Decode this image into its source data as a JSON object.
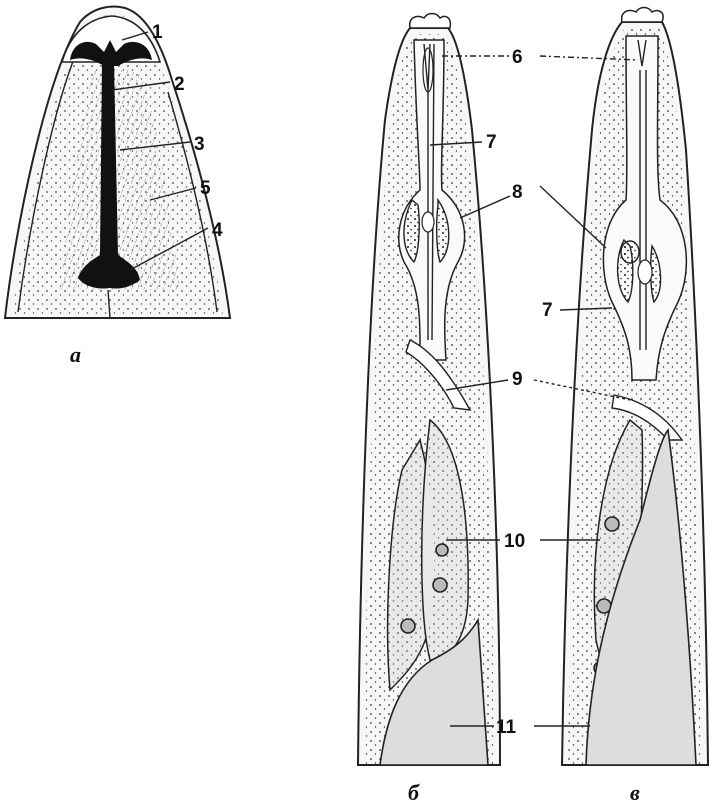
{
  "figure": {
    "callouts": {
      "a": [
        "1",
        "2",
        "3",
        "4",
        "5"
      ],
      "b": [
        "6",
        "7",
        "8",
        "9",
        "10",
        "11"
      ],
      "c": [
        "7"
      ]
    },
    "panel_labels": {
      "a": "а",
      "b": "б",
      "c": "в"
    }
  }
}
